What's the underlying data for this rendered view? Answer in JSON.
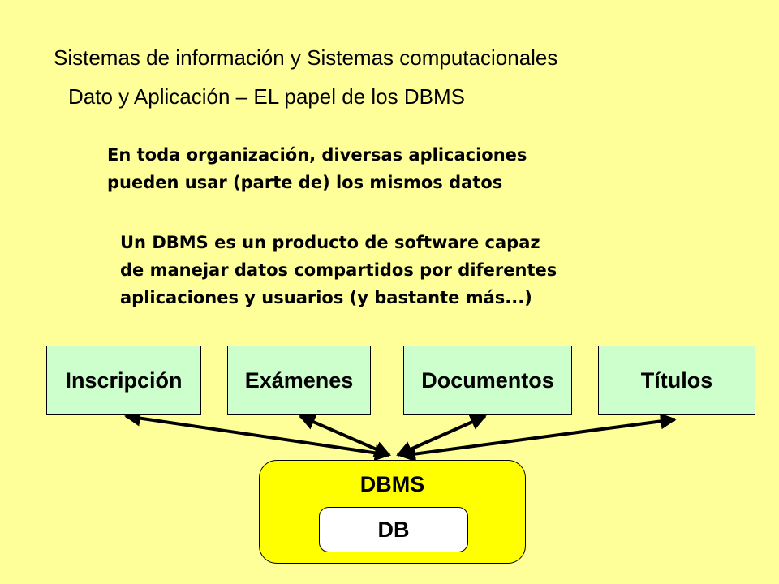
{
  "header": {
    "title": "Sistemas de información y Sistemas computacionales",
    "subtitle": "Dato y Aplicación – EL papel de los DBMS"
  },
  "paragraphs": {
    "p1_line1": "En toda organización, diversas aplicaciones",
    "p1_line2": "pueden usar (parte de) los mismos datos",
    "p2_line1": "Un DBMS es un producto de software capaz",
    "p2_line2": "de manejar datos compartidos por diferentes",
    "p2_line3": "aplicaciones y usuarios (y bastante más...)"
  },
  "applications": [
    "Inscripción",
    "Exámenes",
    "Documentos",
    "Títulos"
  ],
  "dbms": {
    "label": "DBMS",
    "db_label": "DB"
  },
  "colors": {
    "background": "#ffff99",
    "app_box": "#ccffcc",
    "dbms_box": "#ffff00",
    "db_box": "#ffffff"
  }
}
